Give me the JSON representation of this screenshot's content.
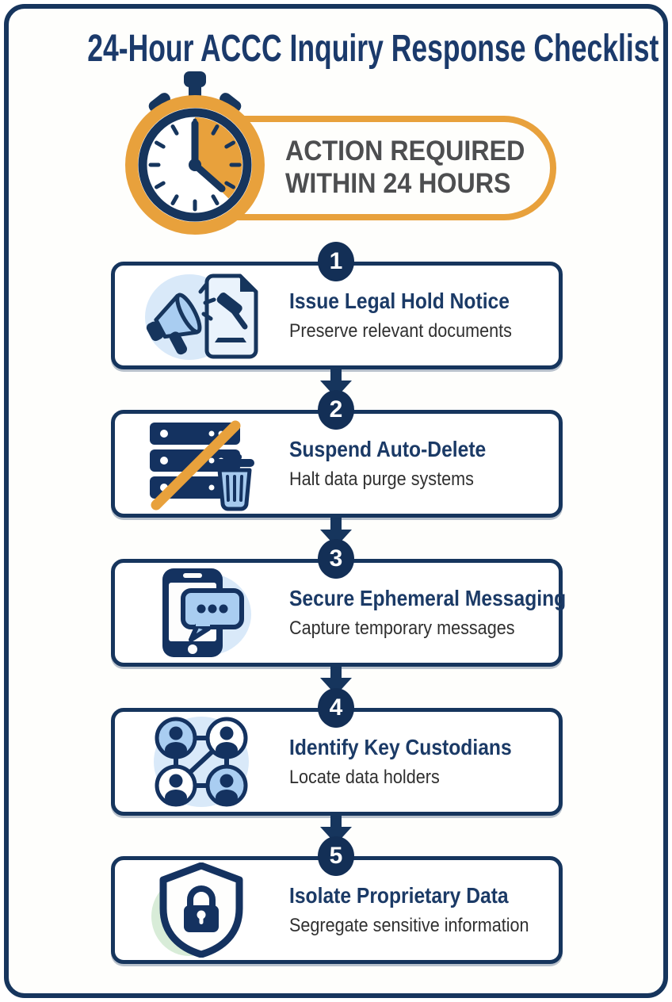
{
  "page": {
    "title": "24-Hour ACCC Inquiry Response Checklist"
  },
  "banner": {
    "line1": "ACTION REQUIRED",
    "line2": "WITHIN 24 HOURS",
    "icon": "stopwatch-icon"
  },
  "steps": [
    {
      "number": "1",
      "title": "Issue Legal Hold Notice",
      "subtitle": "Preserve relevant documents",
      "icon": "megaphone-gavel-document-icon"
    },
    {
      "number": "2",
      "title": "Suspend Auto-Delete",
      "subtitle": "Halt data purge systems",
      "icon": "server-slash-trash-icon"
    },
    {
      "number": "3",
      "title": "Secure Ephemeral Messaging",
      "subtitle": "Capture temporary messages",
      "icon": "phone-chat-bubble-icon"
    },
    {
      "number": "4",
      "title": "Identify Key Custodians",
      "subtitle": "Locate data holders",
      "icon": "people-network-icon"
    },
    {
      "number": "5",
      "title": "Isolate Proprietary Data",
      "subtitle": "Segregate sensitive information",
      "icon": "shield-lock-icon"
    }
  ],
  "colors": {
    "navy": "#16355D",
    "badge_navy": "#132F56",
    "title_navy": "#1B3A6B",
    "orange": "#E8A13C",
    "banner_text_gray": "#4D4E50",
    "subtitle_gray": "#303030",
    "light_blue": "#A9CDF1",
    "pale_blue": "#D9E9F9",
    "pale_green": "#D8ECD8"
  }
}
